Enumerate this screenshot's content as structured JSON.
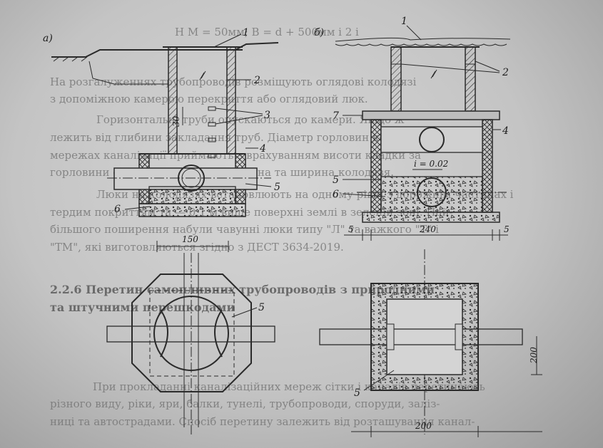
{
  "figure": {
    "panel_a": "а)",
    "panel_b": "б)"
  },
  "labels_a": {
    "l1": "1",
    "l2": "2",
    "l3": "3",
    "l4": "4",
    "l5": "5",
    "l6": "6",
    "l5_plan": "5",
    "dim_30": "30",
    "dim_150": "150"
  },
  "labels_b": {
    "l1": "1",
    "l2": "2",
    "l4": "4",
    "l5": "5",
    "l5_lower": "5",
    "l6": "6",
    "l7": "7",
    "slope": "i = 0.02",
    "dim_5_left": "5",
    "dim_240": "240",
    "dim_5_right": "5",
    "dim_200_side": "200",
    "dim_200_bottom": "200"
  },
  "background_text": {
    "line1": "Н               М = 50мм; В = d + 500мм і 2 i",
    "line2": "На розгалуженнях трубопроводів розміщують оглядові колодязі",
    "line3": "з допоміжною камерою  перекриття або оглядовий люк.",
    "line4": "Горизонтальні труби опускаються до камери. Якщо ж",
    "line5": "лежить від глибини закладання труб. Діаметр горловин колодязів на",
    "line6": "мережах каналізації приймають з врахуванням  висоти кладки за",
    "line7": "горловини опускається і та ж довжина та ширина колодязя.",
    "line8": "Люки на колодязях встановлюють на одному рівні з дорожнім частинах і",
    "line9": "тердим покриттям та — 0,1 м вище поверхні землі в зеленій зоні. Най-",
    "line10": "більшого поширення набули чавунні люки типу \"Л\" та важкого \"Т\" і",
    "line11": "\"ТМ\", які виготовляються згідно з ДЕСТ 3634-2019.",
    "heading": "2.2.6 Перетин самопливних трубопроводів з природними",
    "heading2": "та штучними перешкодами",
    "line12": "При прокладанні каналізаційних мереж сітки і каналів перетинають",
    "line13": "різного виду, ріки, яри, балки, тунелі, трубопроводи, споруди, заліз-",
    "line14": "ниці та автострадами. Спосіб перетину залежить від розташування канал-"
  }
}
